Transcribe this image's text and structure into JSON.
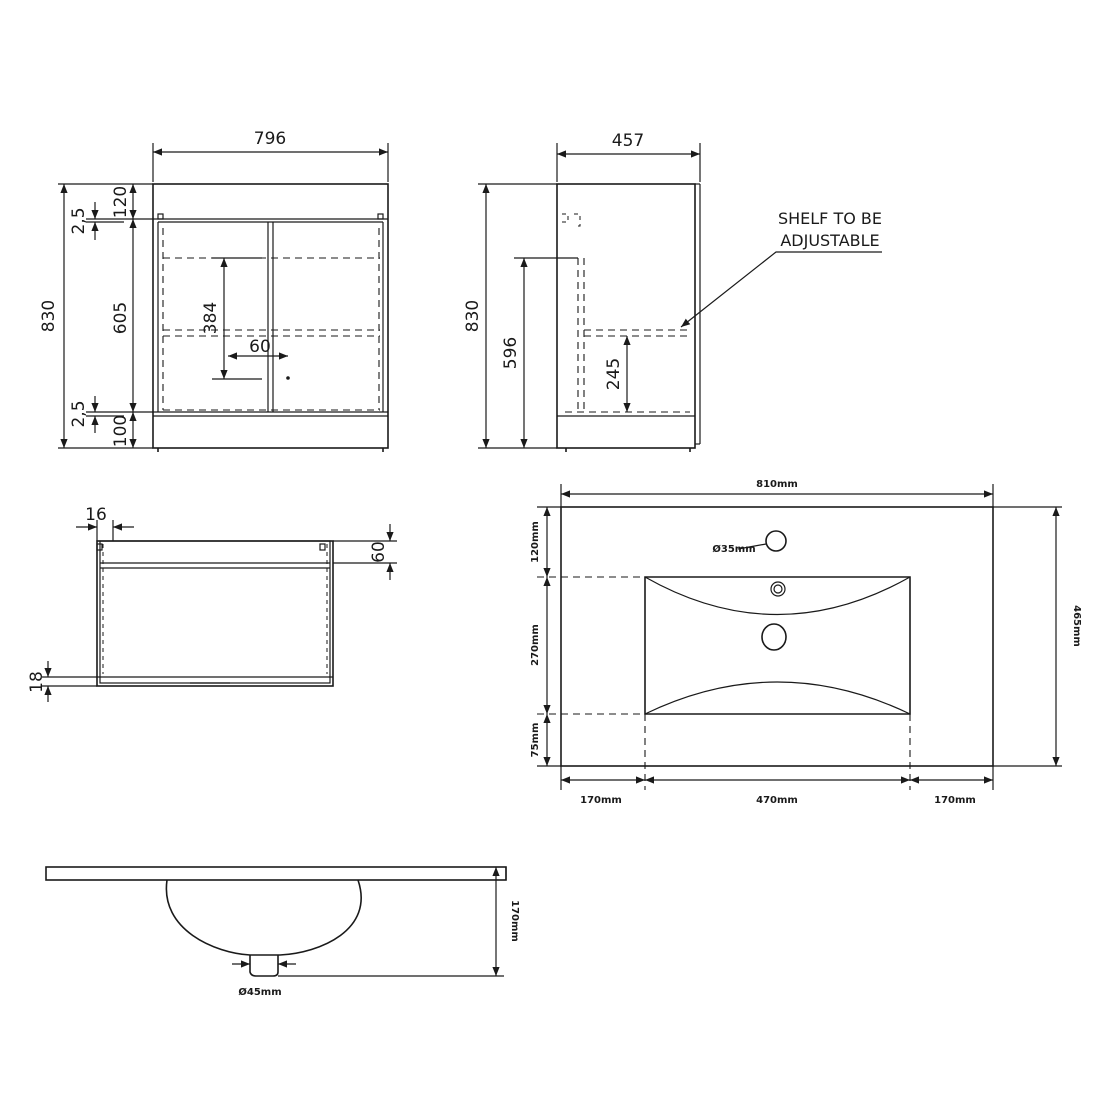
{
  "front_view": {
    "width_label": "796",
    "height_label": "830",
    "inner_height_label": "605",
    "top_rail_label": "120",
    "plinth_label": "100",
    "top_gap_label": "2,5",
    "bottom_gap_label": "2,5",
    "handle_height_label": "384",
    "handle_offset_label": "60"
  },
  "side_view": {
    "depth_label": "457",
    "height_label": "830",
    "inner_height_label": "596",
    "shelf_height_label": "245",
    "note_line1": "SHELF TO BE",
    "note_line2": "ADJUSTABLE"
  },
  "top_section": {
    "panel_thickness_label": "16",
    "rail_depth_label": "60",
    "base_thickness_label": "18"
  },
  "basin_plan": {
    "width_label": "810mm",
    "depth_label": "465mm",
    "tap_offset_label": "120mm",
    "bowl_depth_label": "270mm",
    "front_margin_label": "75mm",
    "left_margin_label": "170mm",
    "bowl_width_label": "470mm",
    "right_margin_label": "170mm",
    "tap_hole_label": "Ø35mm"
  },
  "basin_section": {
    "height_label": "170mm",
    "waste_label": "Ø45mm"
  }
}
